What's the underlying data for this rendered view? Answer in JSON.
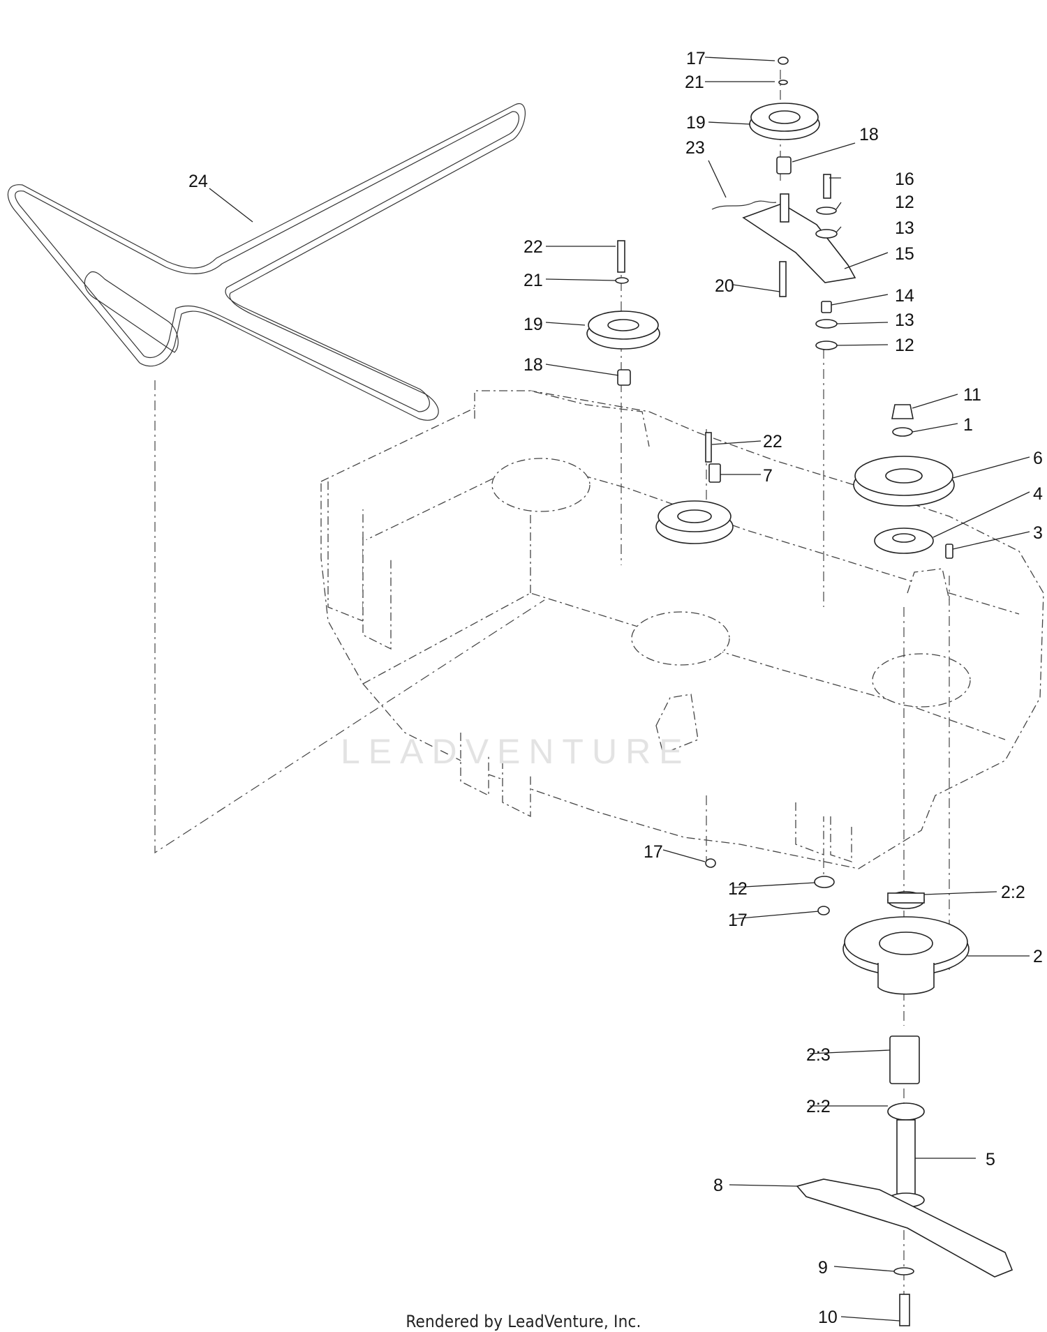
{
  "callouts": [
    {
      "id": "c1",
      "text": "17"
    },
    {
      "id": "c2",
      "text": "21"
    },
    {
      "id": "c3",
      "text": "19"
    },
    {
      "id": "c4",
      "text": "18"
    },
    {
      "id": "c5",
      "text": "23"
    },
    {
      "id": "c6",
      "text": "16"
    },
    {
      "id": "c7",
      "text": "12"
    },
    {
      "id": "c8",
      "text": "13"
    },
    {
      "id": "c9",
      "text": "15"
    },
    {
      "id": "c10",
      "text": "20"
    },
    {
      "id": "c11",
      "text": "14"
    },
    {
      "id": "c12",
      "text": "13"
    },
    {
      "id": "c13",
      "text": "12"
    },
    {
      "id": "c14",
      "text": "24"
    },
    {
      "id": "c15",
      "text": "22"
    },
    {
      "id": "c16",
      "text": "21"
    },
    {
      "id": "c17",
      "text": "19"
    },
    {
      "id": "c18",
      "text": "18"
    },
    {
      "id": "c19",
      "text": "11"
    },
    {
      "id": "c20",
      "text": "1"
    },
    {
      "id": "c21",
      "text": "22"
    },
    {
      "id": "c22",
      "text": "7"
    },
    {
      "id": "c23",
      "text": "6"
    },
    {
      "id": "c24",
      "text": "4"
    },
    {
      "id": "c25",
      "text": "3"
    },
    {
      "id": "c26",
      "text": "17"
    },
    {
      "id": "c27",
      "text": "12"
    },
    {
      "id": "c28",
      "text": "2:2"
    },
    {
      "id": "c29",
      "text": "17"
    },
    {
      "id": "c30",
      "text": "2"
    },
    {
      "id": "c31",
      "text": "2:3"
    },
    {
      "id": "c32",
      "text": "2:2"
    },
    {
      "id": "c33",
      "text": "5"
    },
    {
      "id": "c34",
      "text": "8"
    },
    {
      "id": "c35",
      "text": "9"
    },
    {
      "id": "c36",
      "text": "10"
    }
  ],
  "footer": "Rendered by LeadVenture, Inc.",
  "watermark": "LEADVENTURE"
}
